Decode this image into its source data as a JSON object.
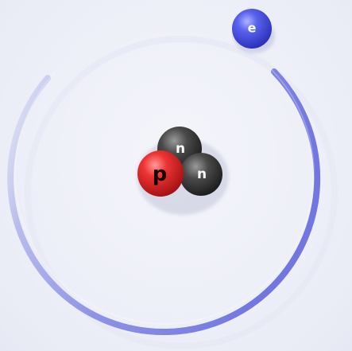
{
  "atom": {
    "electron": {
      "symbol": "e",
      "color": "#4a52e0"
    },
    "protons": [
      {
        "symbol": "p",
        "color": "#e02626"
      }
    ],
    "neutrons": [
      {
        "symbol": "n",
        "color": "#3a3a3a"
      },
      {
        "symbol": "n",
        "color": "#3a3a3a"
      }
    ],
    "orbit": {
      "color": "#7a7fe0"
    }
  }
}
